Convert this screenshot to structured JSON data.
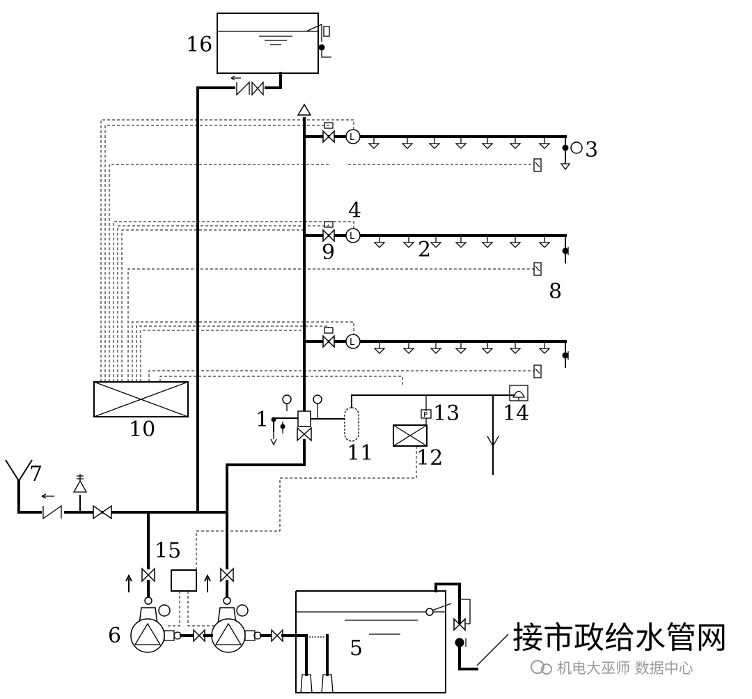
{
  "labels": {
    "n1": "1",
    "n2": "2",
    "n3": "3",
    "n4": "4",
    "n5": "5",
    "n6": "6",
    "n7": "7",
    "n8": "8",
    "n9": "9",
    "n10": "10",
    "n11": "11",
    "n12": "12",
    "n13": "13",
    "n14": "14",
    "n15": "15",
    "n16": "16"
  },
  "municipal_supply_label": "接市政给水管网",
  "watermark": "机电大巫师 数据中心",
  "flow_switch_letter": "L",
  "pressure_switch_letter": "P"
}
